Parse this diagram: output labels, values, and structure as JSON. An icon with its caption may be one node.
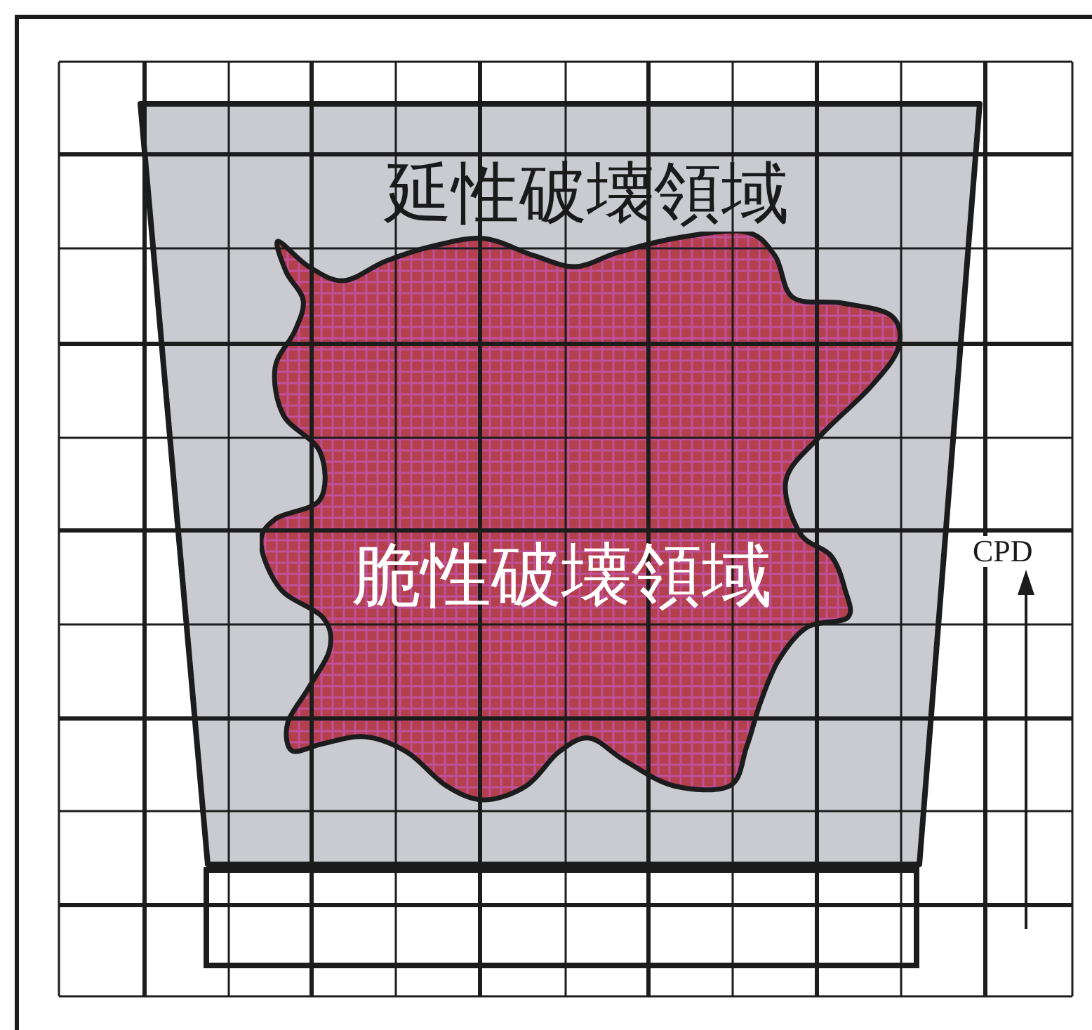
{
  "diagram": {
    "nodes": [
      {
        "text": [
          "延性破壊領域"
        ]
      },
      {
        "text": [
          "脆性破壊領域"
        ],
        "in": 0
      },
      {
        "text": [],
        "shape": "box"
      }
    ],
    "labels": [
      "CPD"
    ]
  }
}
